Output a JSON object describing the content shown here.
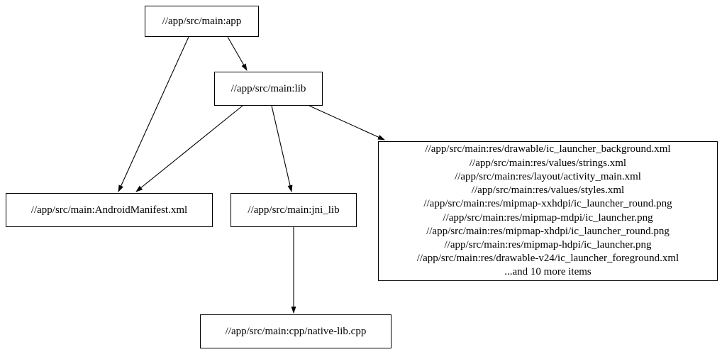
{
  "diagram": {
    "type": "dependency-graph",
    "colors": {
      "background": "#ffffff",
      "node_border": "#000000",
      "edge": "#000000",
      "text": "#000000"
    },
    "nodes": {
      "app": {
        "label": "//app/src/main:app"
      },
      "lib": {
        "label": "//app/src/main:lib"
      },
      "android_manifest": {
        "label": "//app/src/main:AndroidManifest.xml"
      },
      "jni_lib": {
        "label": "//app/src/main:jni_lib"
      },
      "native_lib_cpp": {
        "label": "//app/src/main:cpp/native-lib.cpp"
      },
      "res_filegroup": {
        "lines": [
          "//app/src/main:res/drawable/ic_launcher_background.xml",
          "//app/src/main:res/values/strings.xml",
          "//app/src/main:res/layout/activity_main.xml",
          "//app/src/main:res/values/styles.xml",
          "//app/src/main:res/mipmap-xxhdpi/ic_launcher_round.png",
          "//app/src/main:res/mipmap-mdpi/ic_launcher.png",
          "//app/src/main:res/mipmap-xhdpi/ic_launcher_round.png",
          "//app/src/main:res/mipmap-hdpi/ic_launcher.png",
          "//app/src/main:res/drawable-v24/ic_launcher_foreground.xml",
          "...and 10 more items"
        ]
      }
    },
    "edges": [
      {
        "from": "app",
        "to": "lib"
      },
      {
        "from": "app",
        "to": "android_manifest"
      },
      {
        "from": "lib",
        "to": "android_manifest"
      },
      {
        "from": "lib",
        "to": "jni_lib"
      },
      {
        "from": "lib",
        "to": "res_filegroup"
      },
      {
        "from": "jni_lib",
        "to": "native_lib_cpp"
      }
    ]
  }
}
